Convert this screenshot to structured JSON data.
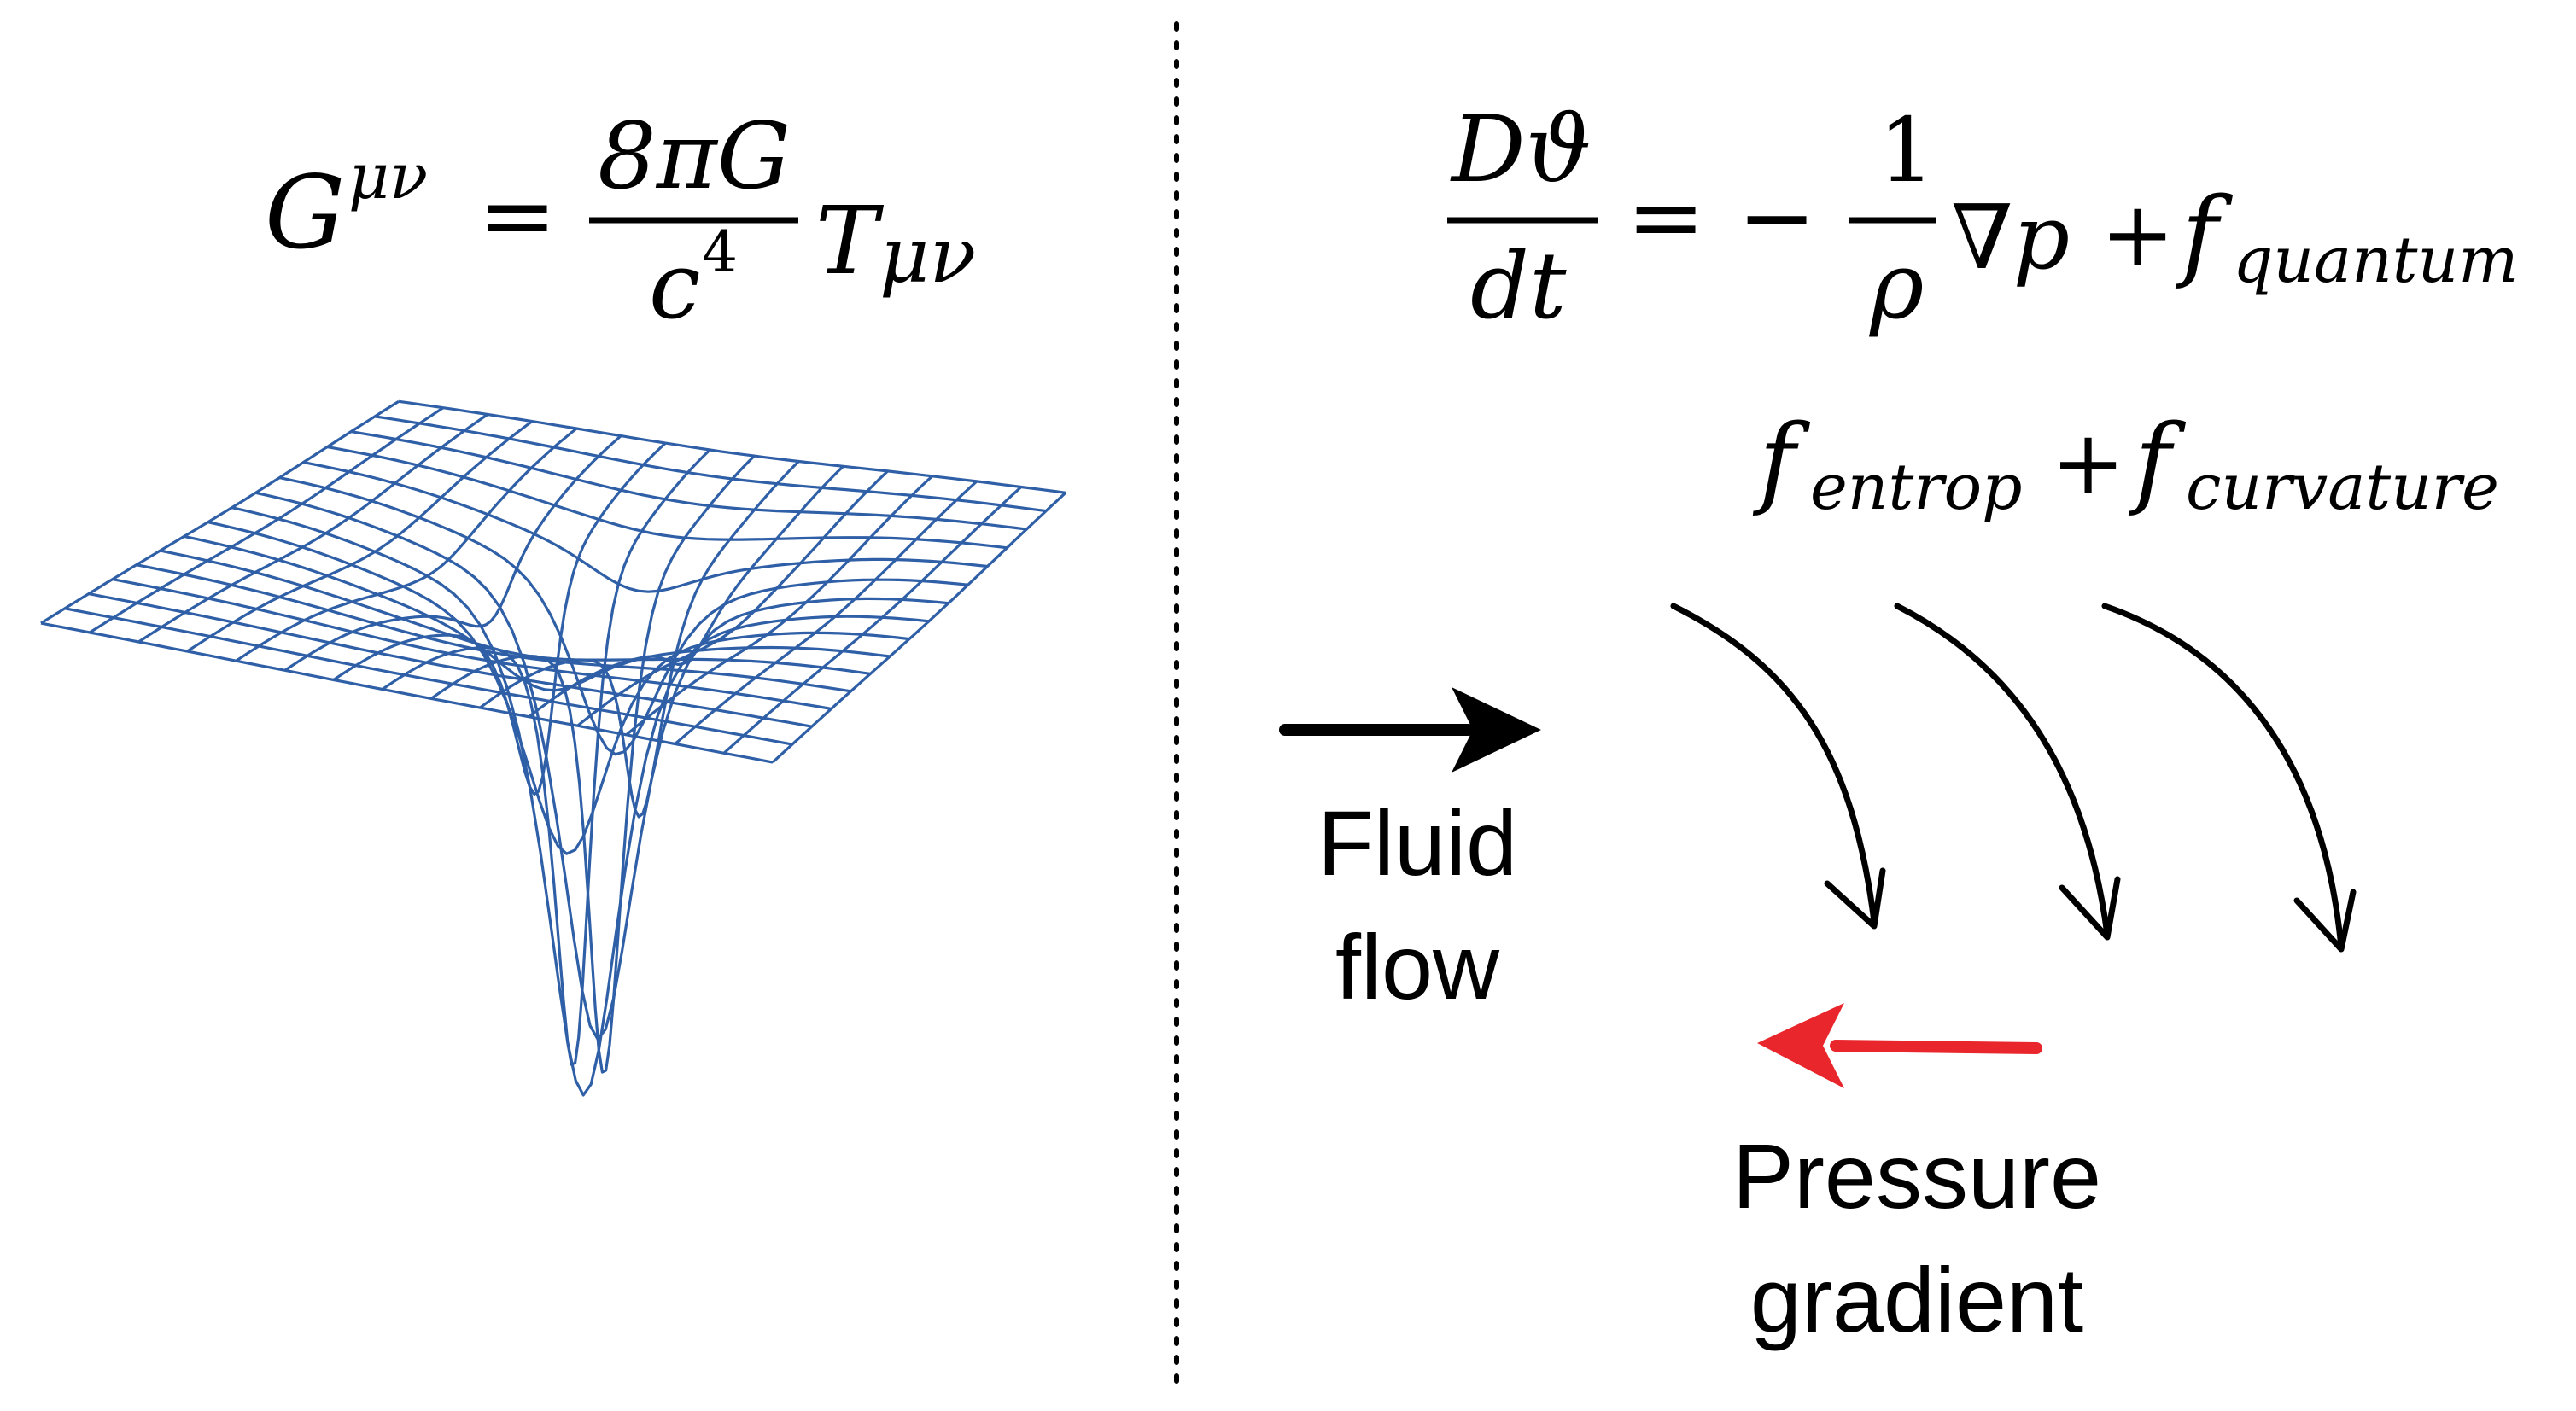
{
  "left_panel": {
    "equation": {
      "G": "G",
      "G_sup": "μν",
      "equals": "=",
      "frac_num": "8πG",
      "frac_den": "c",
      "frac_den_exp": "4",
      "T": "T",
      "T_sub": "μν"
    },
    "mesh_color": "#2f5fa6"
  },
  "divider": {
    "style": "dotted"
  },
  "right_panel": {
    "equation": {
      "lhs_num": "Dϑ",
      "lhs_den": "dt",
      "equals": "=",
      "minus": "−",
      "frac_num": "1",
      "frac_den": "ρ",
      "grad_term": "∇p",
      "plus": "+",
      "f": "f",
      "f_quantum_sub": "quantum",
      "f_entrop_sub": "entrop",
      "f_curvature_sub": "curvature"
    },
    "fluid_flow_label": [
      "Fluid",
      "flow"
    ],
    "pressure_label": [
      "Pressure",
      "gradient"
    ],
    "colors": {
      "arrow": "#000000",
      "pressure_arrow": "#e8262b"
    }
  }
}
